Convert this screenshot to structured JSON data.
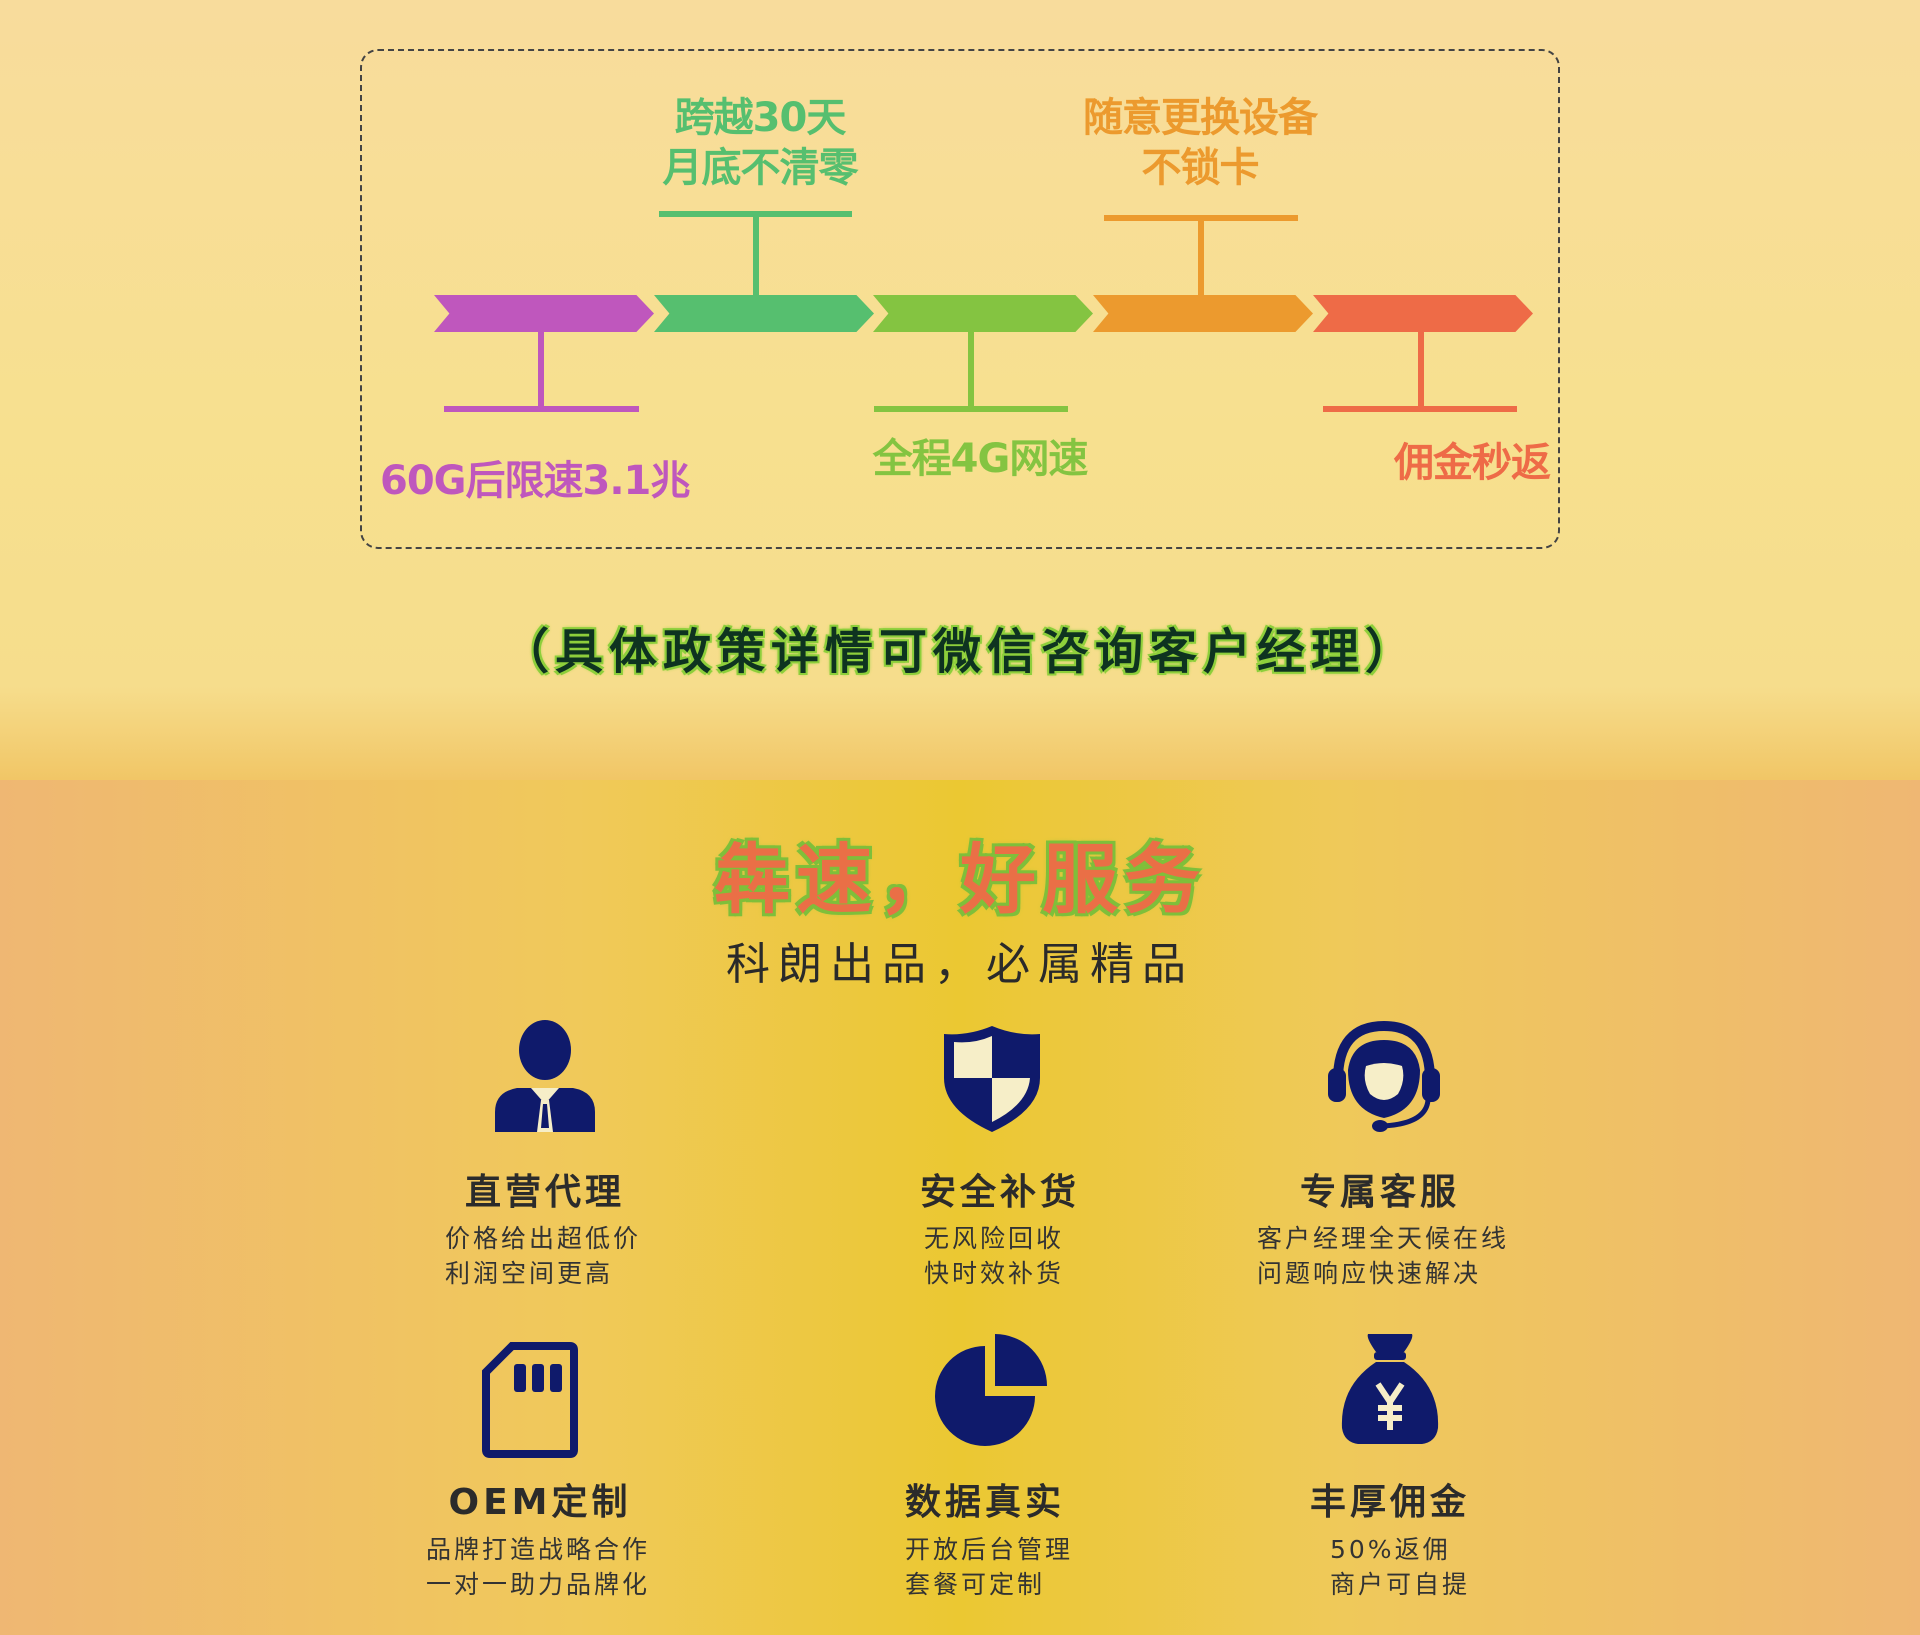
{
  "steps": [
    {
      "label": "60G后限速3.1兆",
      "color": "#bf57bd"
    },
    {
      "label": "跨越30天\n月底不清零",
      "color": "#56bf6f"
    },
    {
      "label": "全程4G网速",
      "color": "#84c441"
    },
    {
      "label": "随意更换设备\n不锁卡",
      "color": "#ec9a2e"
    },
    {
      "label": "佣金秒返",
      "color": "#ee6b47"
    }
  ],
  "policy_note": "（具体政策详情可微信咨询客户经理）",
  "headline": "犇速，好服务",
  "subheadline": "科朗出品，必属精品",
  "icon_color": "#0f1a6b",
  "features": [
    {
      "title": "直营代理",
      "icon": "businessman-icon",
      "desc": [
        "价格给出超低价",
        "利润空间更高"
      ]
    },
    {
      "title": "安全补货",
      "icon": "shield-icon",
      "desc": [
        "无风险回收",
        "快时效补货"
      ]
    },
    {
      "title": "专属客服",
      "icon": "headset-agent-icon",
      "desc": [
        "客户经理全天候在线",
        "问题响应快速解决"
      ]
    },
    {
      "title": "OEM定制",
      "icon": "sim-card-icon",
      "desc": [
        "品牌打造战略合作",
        "一对一助力品牌化"
      ]
    },
    {
      "title": "数据真实",
      "icon": "pie-chart-icon",
      "desc": [
        "开放后台管理",
        "套餐可定制"
      ]
    },
    {
      "title": "丰厚佣金",
      "icon": "money-bag-icon",
      "desc": [
        "50%返佣",
        "商户可自提"
      ]
    }
  ]
}
